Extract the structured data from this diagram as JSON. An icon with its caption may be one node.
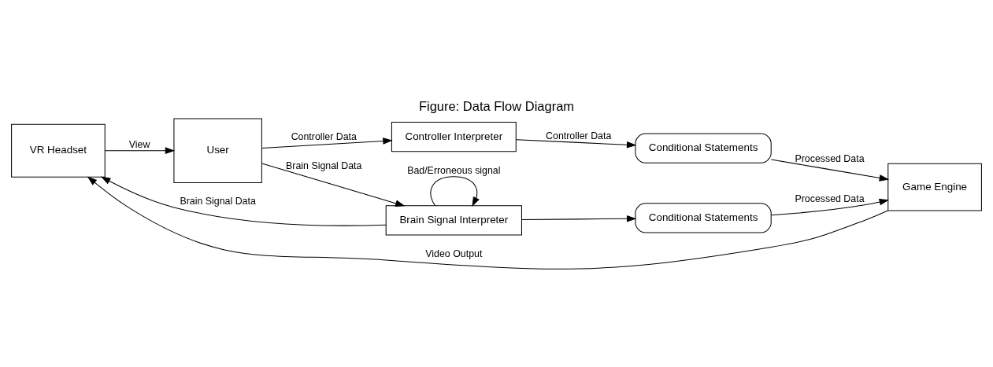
{
  "diagram": {
    "title": "Figure: Data Flow Diagram",
    "nodes": [
      {
        "text": [
          "VR Headset"
        ]
      },
      {
        "text": [
          "User"
        ]
      },
      {
        "text": [
          "Controller Interpreter"
        ]
      },
      {
        "text": [
          "Brain Signal Interpreter"
        ]
      },
      {
        "text": [
          "Conditional Statements"
        ]
      },
      {
        "text": [
          "Conditional Statements"
        ]
      },
      {
        "text": [
          "Game Engine"
        ]
      }
    ],
    "edges": [
      {
        "from": 0,
        "to": 1,
        "arrow": "to",
        "label": "View"
      },
      {
        "from": 1,
        "to": 2,
        "arrow": "to",
        "label": "Controller Data"
      },
      {
        "from": 1,
        "to": 3,
        "arrow": "to",
        "label": "Brain Signal Data"
      },
      {
        "from": 2,
        "to": 4,
        "arrow": "to",
        "label": "Controller Data"
      },
      {
        "from": 3,
        "to": 5,
        "arrow": "to"
      },
      {
        "from": 3,
        "to": 3,
        "arrow": "to",
        "label": "Bad/Erroneous signal"
      },
      {
        "from": 3,
        "to": 0,
        "arrow": "to",
        "label": "Brain Signal Data"
      },
      {
        "from": 4,
        "to": 6,
        "arrow": "to",
        "label": "Processed Data"
      },
      {
        "from": 5,
        "to": 6,
        "arrow": "to",
        "label": "Processed Data"
      },
      {
        "from": 6,
        "to": 0,
        "arrow": "to",
        "label": "Video Output"
      }
    ]
  }
}
